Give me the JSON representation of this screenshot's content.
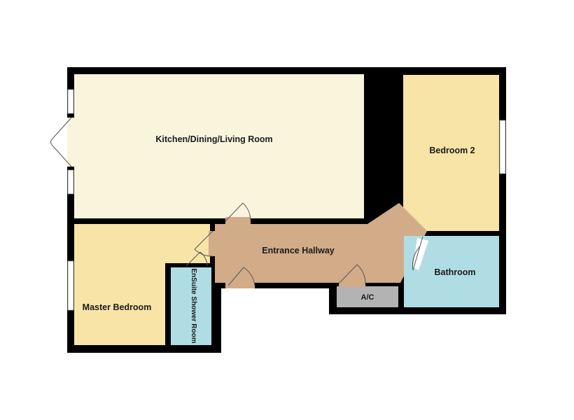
{
  "colors": {
    "wall": "#000000",
    "kitchen": "#f9f5dd",
    "bedroom2": "#f8e4a6",
    "master_bedroom": "#f8e4a6",
    "hallway": "#d2ab88",
    "bathroom": "#b0dde4",
    "ensuite": "#b0dde4",
    "ac": "#b3b3b3",
    "window": "#ffffff",
    "door_swing": "#555555"
  },
  "rooms": {
    "kitchen": {
      "label": "Kitchen/Dining/Living Room"
    },
    "bedroom2": {
      "label": "Bedroom 2"
    },
    "hallway": {
      "label": "Entrance Hallway"
    },
    "bathroom": {
      "label": "Bathroom"
    },
    "master_bedroom": {
      "label": "Master Bedroom"
    },
    "ensuite": {
      "label": "EnSuite Shower Room"
    },
    "ac": {
      "label": "A/C"
    }
  }
}
